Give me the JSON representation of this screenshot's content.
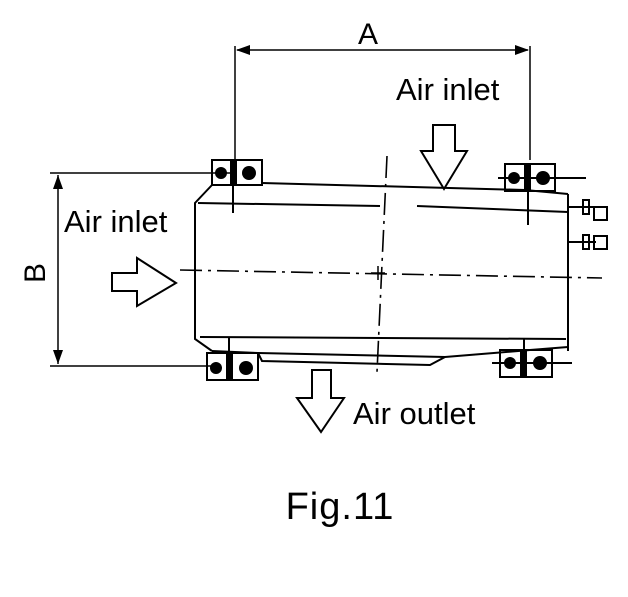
{
  "labels": {
    "dimension_a": "A",
    "dimension_b": "B",
    "air_inlet_top": "Air inlet",
    "air_inlet_left": "Air inlet",
    "air_outlet": "Air outlet",
    "caption": "Fig.11"
  }
}
